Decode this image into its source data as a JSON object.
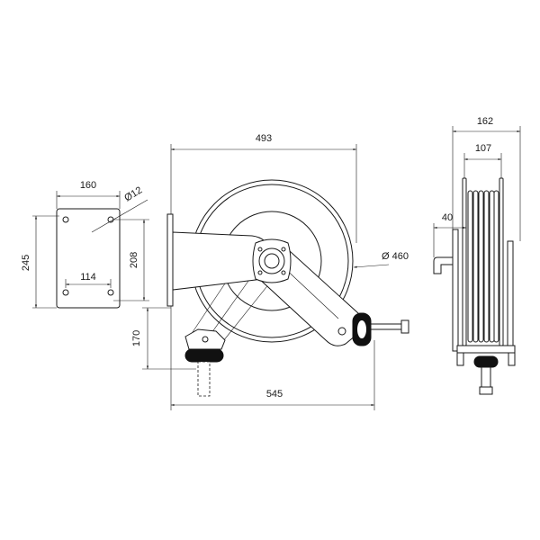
{
  "dimensions": {
    "front_width": "493",
    "plate_width": "160",
    "hole_diameter": "Ø12",
    "plate_height": "245",
    "hole_spacing_vertical": "208",
    "hole_spacing_horizontal": "114",
    "reel_diameter": "Ø 460",
    "outlet_drop": "170",
    "overall_length": "545",
    "side_width": "162",
    "drum_width": "107",
    "outlet_offset": "40"
  },
  "colors": {
    "line": "#1a1a1a",
    "dark": "#111111",
    "background": "#ffffff"
  }
}
